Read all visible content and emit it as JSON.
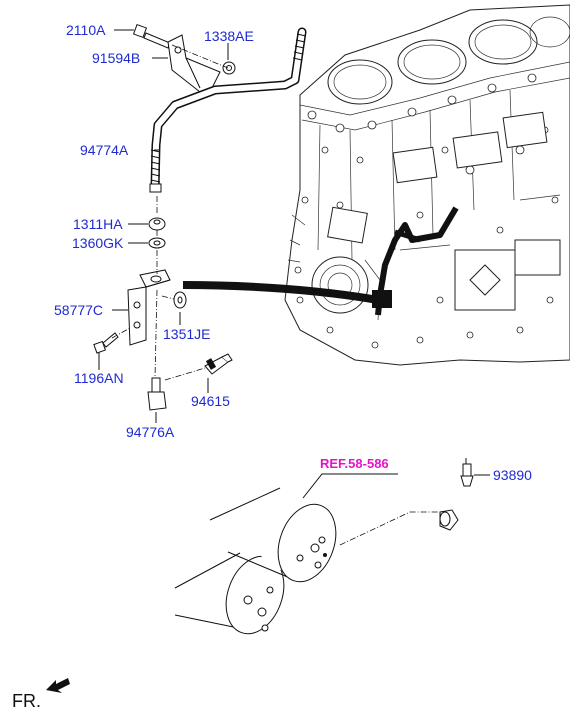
{
  "parts": {
    "p2110a": "2110A",
    "p1338ae": "1338AE",
    "p91594b": "91594B",
    "p94774a": "94774A",
    "p1311ha": "1311HA",
    "p1360gk": "1360GK",
    "p58777c": "58777C",
    "p1351je": "1351JE",
    "p1196an": "1196AN",
    "p94615": "94615",
    "p94776a": "94776A",
    "p93890": "93890"
  },
  "reference": "REF.58-586",
  "front_marker": "FR.",
  "colors": {
    "part_label": "#1f2bd1",
    "reference_label": "#e016c8",
    "line": "#111111"
  }
}
